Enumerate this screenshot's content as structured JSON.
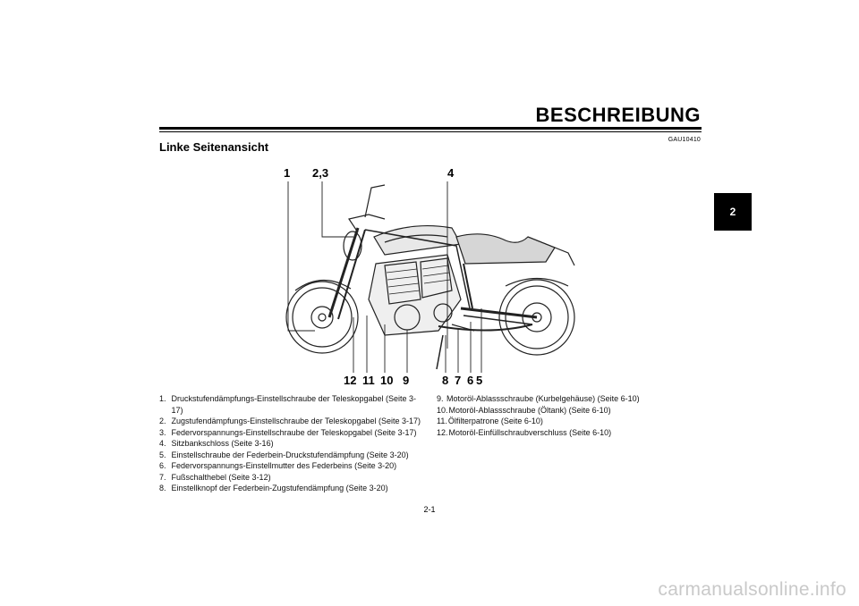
{
  "header": {
    "chapter_title": "BESCHREIBUNG",
    "doc_code": "GAU10410",
    "section_title": "Linke Seitenansicht",
    "chapter_tab": "2"
  },
  "figure": {
    "callouts": [
      "1",
      "2,3",
      "4",
      "12",
      "11",
      "10",
      "9",
      "8",
      "7",
      "6",
      "5"
    ]
  },
  "legend_left": [
    {
      "num": "1.",
      "text": "Druckstufendämpfungs-Einstellschraube der Teleskopgabel (Seite 3-17)"
    },
    {
      "num": "2.",
      "text": "Zugstufendämpfungs-Einstellschraube der Teleskopgabel (Seite 3-17)"
    },
    {
      "num": "3.",
      "text": "Federvorspannungs-Einstellschraube der Teleskopgabel (Seite 3-17)"
    },
    {
      "num": "4.",
      "text": "Sitzbankschloss (Seite 3-16)"
    },
    {
      "num": "5.",
      "text": "Einstellschraube der Federbein-Druckstufendämpfung (Seite 3-20)"
    },
    {
      "num": "6.",
      "text": "Federvorspannungs-Einstellmutter des Federbeins (Seite 3-20)"
    },
    {
      "num": "7.",
      "text": "Fußschalthebel (Seite 3-12)"
    },
    {
      "num": "8.",
      "text": "Einstellknopf der Federbein-Zugstufendämpfung (Seite 3-20)"
    }
  ],
  "legend_right": [
    {
      "num": "9.",
      "text": "Motoröl-Ablassschraube (Kurbelgehäuse) (Seite 6-10)"
    },
    {
      "num": "10.",
      "text": "Motoröl-Ablassschraube (Öltank) (Seite 6-10)"
    },
    {
      "num": "11.",
      "text": "Ölfilterpatrone (Seite 6-10)"
    },
    {
      "num": "12.",
      "text": "Motoröl-Einfüllschraubverschluss (Seite 6-10)"
    }
  ],
  "footer": {
    "page_number": "2-1",
    "watermark": "carmanualsonline.info"
  }
}
